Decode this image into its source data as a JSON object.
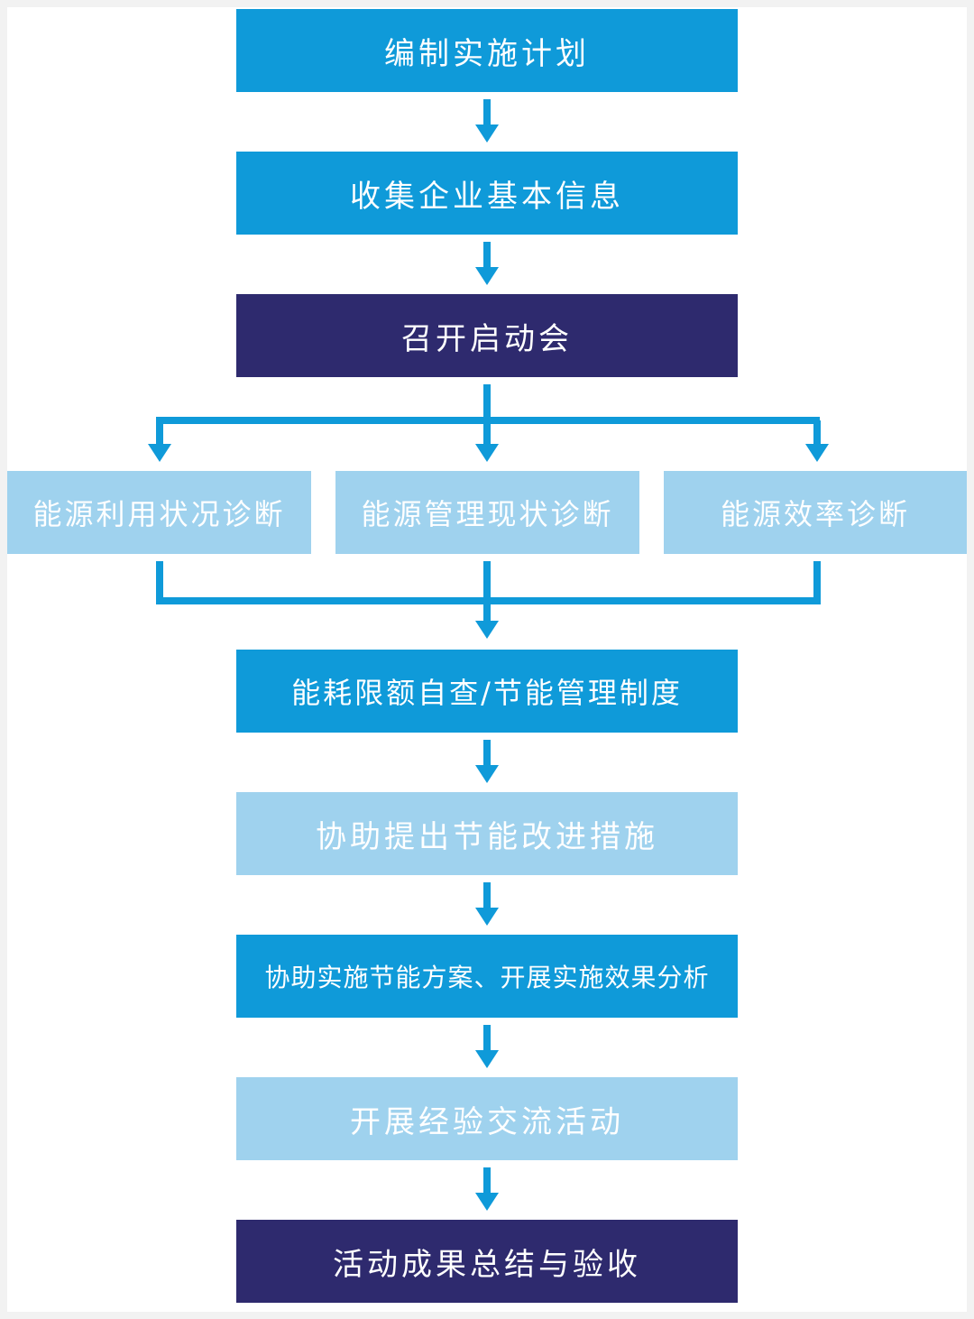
{
  "flowchart": {
    "steps": [
      {
        "id": "step-1",
        "label": "编制实施计划"
      },
      {
        "id": "step-2",
        "label": "收集企业基本信息"
      },
      {
        "id": "step-3",
        "label": "召开启动会"
      },
      {
        "id": "branch-1",
        "label": "能源利用状况诊断"
      },
      {
        "id": "branch-2",
        "label": "能源管理现状诊断"
      },
      {
        "id": "branch-3",
        "label": "能源效率诊断"
      },
      {
        "id": "step-4",
        "label": "能耗限额自查/节能管理制度"
      },
      {
        "id": "step-5",
        "label": "协助提出节能改进措施"
      },
      {
        "id": "step-6",
        "label": "协助实施节能方案、开展实施效果分析"
      },
      {
        "id": "step-7",
        "label": "开展经验交流活动"
      },
      {
        "id": "step-8",
        "label": "活动成果总结与验收"
      }
    ]
  },
  "colors": {
    "blue": "#0f9ad9",
    "navy": "#2e2a6e",
    "light_blue": "#9fd2ee",
    "connector": "#0f9ad9"
  }
}
